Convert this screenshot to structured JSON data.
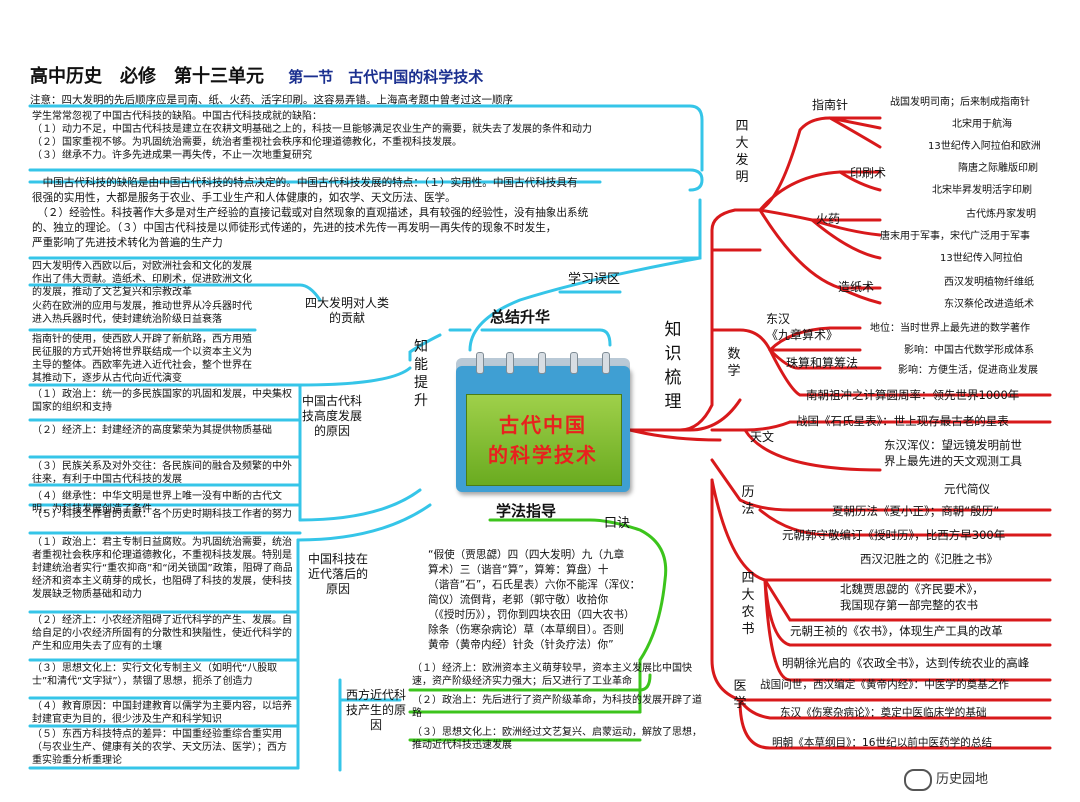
{
  "header": {
    "title": "高中历史　必修　第十三单元",
    "section": "第一节　古代中国的科学技术",
    "note": "注意：四大发明的先后顺序应是司南、纸、火药、活字印刷。这容易弄错。上海高考题中曾考过这一顺序"
  },
  "center": {
    "line1": "古代中国",
    "line2": "的科学技术"
  },
  "branches": {
    "summary": "总结升华",
    "study_method": "学法指导",
    "knowledge_up": "知能提升",
    "knowledge_sort": "知识梳理",
    "misconception": "学习误区",
    "mnemonic": "口诀"
  },
  "misconception_text": {
    "p1": [
      "学生常常忽视了中国古代科技的缺陷。中国古代科技成就的缺陷：",
      "（１）动力不足，中国古代科技是建立在农耕文明基础之上的，科技一旦能够满足农业生产的需要，就失去了发展的条件和动力",
      "（２）国家重视不够。为巩固统治需要，统治者重视社会秩序和伦理道德教化，不重视科技发展。",
      "（３）继承不力。许多先进成果一再失传，不止一次地重复研究"
    ],
    "p2": [
      "　中国古代科技的缺陷是由中国古代科技的特点决定的。中国古代科技发展的特点：（１）实用性。中国古代科技具有",
      "很强的实用性，大都是服务于农业、手工业生产和人体健康的，如农学、天文历法、医学。",
      "　（２）经验性。科技著作大多是对生产经验的直接记载或对自然现象的直观描述，具有较强的经验性，没有抽象出系统",
      "的、独立的理论。（３）中国古代科技是以师徒形式传递的，先进的技术先传一再发明一再失传的现象不时发生，",
      "严重影响了先进技术转化为普遍的生产力"
    ]
  },
  "left_groups": [
    {
      "label": "四大发明对人类的贡献",
      "items": [
        "四大发明传入西欧以后，对欧洲社会和文化的发展作出了伟大贡献。造纸术、印刷术，促进欧洲文化的发展，推动了文艺复兴和宗教改革",
        "火药在欧洲的应用与发展，推动世界从冷兵器时代进入热兵器时代，使封建统治阶级日益衰落",
        "指南针的使用，使西欧人开辟了新航路，西方用殖民征服的方式开始将世界联结成一个以资本主义为主导的整体。西欧率先进入近代社会，整个世界在其推动下，逐步从古代向近代演变"
      ]
    },
    {
      "label": "中国古代科技高度发展的原因",
      "items": [
        "（１）政治上：统一的多民族国家的巩固和发展，中央集权国家的组织和支持",
        "（２）经济上：封建经济的高度繁荣为其提供物质基础",
        "（３）民族关系及对外交往：各民族间的融合及频繁的中外往来，有利于中国古代科技的发展",
        "（４）继承性：中华文明是世界上唯一没有中断的古代文明，为科技发展创造了条件",
        "（５）科技工作者的贡献：各个历史时期科技工作者的努力"
      ]
    },
    {
      "label": "中国科技在近代落后的原因",
      "items": [
        "（１）政治上：君主专制日益腐败。为巩固统治需要，统治者重视社会秩序和伦理道德教化，不重视科技发展。特别是封建统治者实行“重农抑商”和“闭关锁国”政策，阻碍了商品经济和资本主义萌芽的成长，也阻碍了科技的发展，使科技发展缺乏物质基础和动力",
        "（２）经济上：小农经济阻碍了近代科学的产生、发展。自给自足的小农经济所固有的分散性和狭隘性，使近代科学的产生和应用失去了应有的土壤",
        "（３）思想文化上：实行文化专制主义（如明代“八股取士”和清代“文字狱”），禁锢了思想，扼杀了创造力",
        "（４）教育原因：中国封建教育以儒学为主要内容，以培养封建官吏为目的，很少涉及生产和科学知识",
        "（５）东西方科技特点的差异：中国重经验重综合重实用（与农业生产、健康有关的农学、天文历法、医学）；西方重实验重分析重理论"
      ]
    },
    {
      "label": "西方近代科技产生的原因",
      "items": [
        "（１）经济上：欧洲资本主义萌芽较早，资本主义发展比中国快速，资产阶级经济实力强大；后又进行了工业革命",
        "（２）政治上：先后进行了资产阶级革命，为科技的发展开辟了道路",
        "（３）思想文化上：欧洲经过文艺复兴、启蒙运动，解放了思想，推动近代科技迅速发展"
      ]
    }
  ],
  "mnemonic_text": [
    "“假使（贾思勰）四（四大发明）九（九章",
    "算术）三（谐音“算”，算筹：算盘）十",
    "（谐音“石”，石氏星表）六你不能浑（浑仪：",
    "简仪）流倒背，老郭（郭守敬）收拾你",
    "（《授时历》），罚你到四块农田（四大农书）",
    "除条（伤寒杂病论）草（本草纲目）。否则",
    "黄帝（黄帝内经）针灸（针灸疗法）你”"
  ],
  "right": {
    "four_inventions": {
      "label": "四大发明",
      "compass": {
        "label": "指南针",
        "items": [
          "战国发明司南；后来制成指南针",
          "北宋用于航海",
          "13世纪传入阿拉伯和欧洲"
        ]
      },
      "printing": {
        "label": "印刷术",
        "items": [
          "隋唐之际雕版印刷",
          "北宋毕昇发明活字印刷"
        ]
      },
      "gunpowder": {
        "label": "火药",
        "items": [
          "古代炼丹家发明",
          "唐末用于军事，宋代广泛用于军事",
          "13世纪传入阿拉伯"
        ]
      },
      "paper": {
        "label": "造纸术",
        "items": [
          "西汉发明植物纤维纸",
          "东汉蔡伦改进造纸术"
        ]
      }
    },
    "math": {
      "label": "数学",
      "jiuzhang": {
        "label1": "东汉",
        "label2": "《九章算术》",
        "items": [
          "地位：当时世界上最先进的数学著作",
          "影响：中国古代数学形成体系"
        ]
      },
      "abacus": {
        "label": "珠算和算筹法",
        "items": [
          "影响：方便生活，促进商业发展"
        ]
      },
      "pi": "南朝祖冲之计算圆周率：领先世界1000年"
    },
    "astronomy": {
      "label": "天文",
      "items": [
        "战国《石氏星表》：世上现存最古老的星表",
        "东汉浑仪：望远镜发明前世",
        "界上最先进的天文观测工具"
      ]
    },
    "calendar": {
      "label": "历法",
      "items": [
        "元代简仪",
        "夏朝历法《夏小正》；商朝“殷历”",
        "元朝郭守敬编订《授时历》，比西方早300年"
      ]
    },
    "agri": {
      "label": "四大农书",
      "items": [
        "西汉氾胜之的《氾胜之书》",
        "北魏贾思勰的《齐民要术》，",
        "我国现存第一部完整的农书",
        "元朝王祯的《农书》，体现生产工具的改革",
        "明朝徐光启的《农政全书》，达到传统农业的高峰"
      ]
    },
    "medicine": {
      "label": "医学",
      "items": [
        "战国问世，西汉编定《黄帝内经》：中医学的奠基之作",
        "东汉《伤寒杂病论》：奠定中医临床学的基础",
        "明朝《本草纲目》：16世纪以前中医药学的总结"
      ]
    }
  },
  "watermark": "历史园地",
  "colors": {
    "right_branch": "#d8191b",
    "left_branch": "#35c5e8",
    "bottom_branch": "#3cc41c",
    "title_blue": "#1a2f8f"
  }
}
